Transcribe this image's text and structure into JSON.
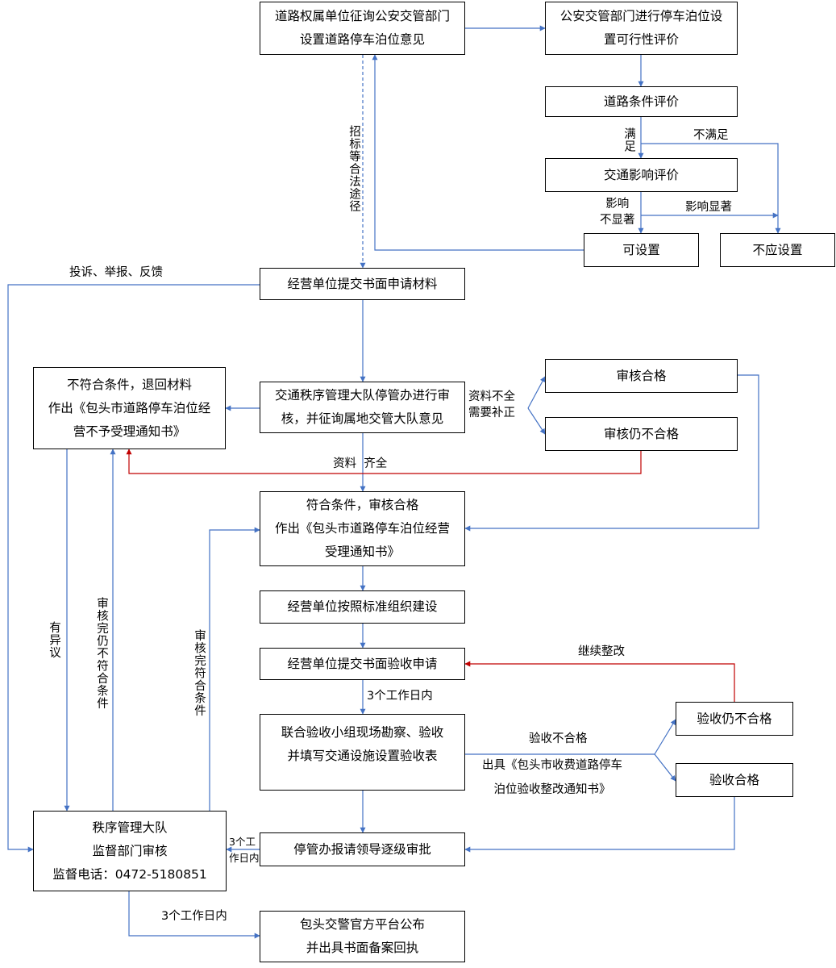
{
  "nodes": {
    "consult": [
      "道路权属单位征询公安交管部门",
      "设置道路停车泊位意见"
    ],
    "feasibility": [
      "公安交管部门进行停车泊位设",
      "置可行性评价"
    ],
    "road_eval": [
      "道路条件评价"
    ],
    "traffic_eval": [
      "交通影响评价"
    ],
    "can_set": [
      "可设置"
    ],
    "should_not": [
      "不应设置"
    ],
    "submit_app": [
      "经营单位提交书面申请材料"
    ],
    "reject": [
      "不符合条件，退回材料",
      "作出《包头市道路停车泊位经",
      "营不予受理通知书》"
    ],
    "review": [
      "交通秩序管理大队停管办进行审",
      "核，并征询属地交管大队意见"
    ],
    "pass": [
      "审核合格"
    ],
    "still_fail": [
      "审核仍不合格"
    ],
    "accept": [
      "符合条件，审核合格",
      "作出《包头市道路停车泊位经营",
      "受理通知书》"
    ],
    "build": [
      "经营单位按照标准组织建设"
    ],
    "submit_check": [
      "经营单位提交书面验收申请"
    ],
    "joint_check": [
      "联合验收小组现场勘察、验收",
      "并填写交通设施设置验收表"
    ],
    "check_still_fail": [
      "验收仍不合格"
    ],
    "check_pass": [
      "验收合格"
    ],
    "supervision": [
      "秩序管理大队",
      "监督部门审核",
      "监督电话：0472-5180851"
    ],
    "approval": [
      "停管办报请领导逐级审批"
    ],
    "publish": [
      "包头交警官方平台公布",
      "并出具书面备案回执"
    ]
  },
  "labels": {
    "bidding": "招标等合法途径",
    "satisfied": "满足",
    "not_satisfied": "不满足",
    "impact_minor": [
      "影响",
      "不显著"
    ],
    "impact_significant": "影响显著",
    "complaint": "投诉、举报、反馈",
    "incomplete": [
      "资料不全",
      "需要补正"
    ],
    "complete": "资料  齐全",
    "has_objection": "有异议",
    "still_not_qualified": "审核完仍不符合条件",
    "qualified": "审核完符合条件",
    "continue_fix": "继续整改",
    "three_days_a": "3个工作日内",
    "check_fail": "验收不合格",
    "rectify_notice": [
      "出具《包头市收费道路停车",
      "泊位验收整改通知书》"
    ],
    "three_days_b": [
      "3个工",
      "作日内"
    ],
    "three_days_c": "3个工作日内"
  },
  "colors": {
    "arrow": "#4472c4",
    "return_arrow": "#c00000",
    "box_border": "#000000"
  }
}
